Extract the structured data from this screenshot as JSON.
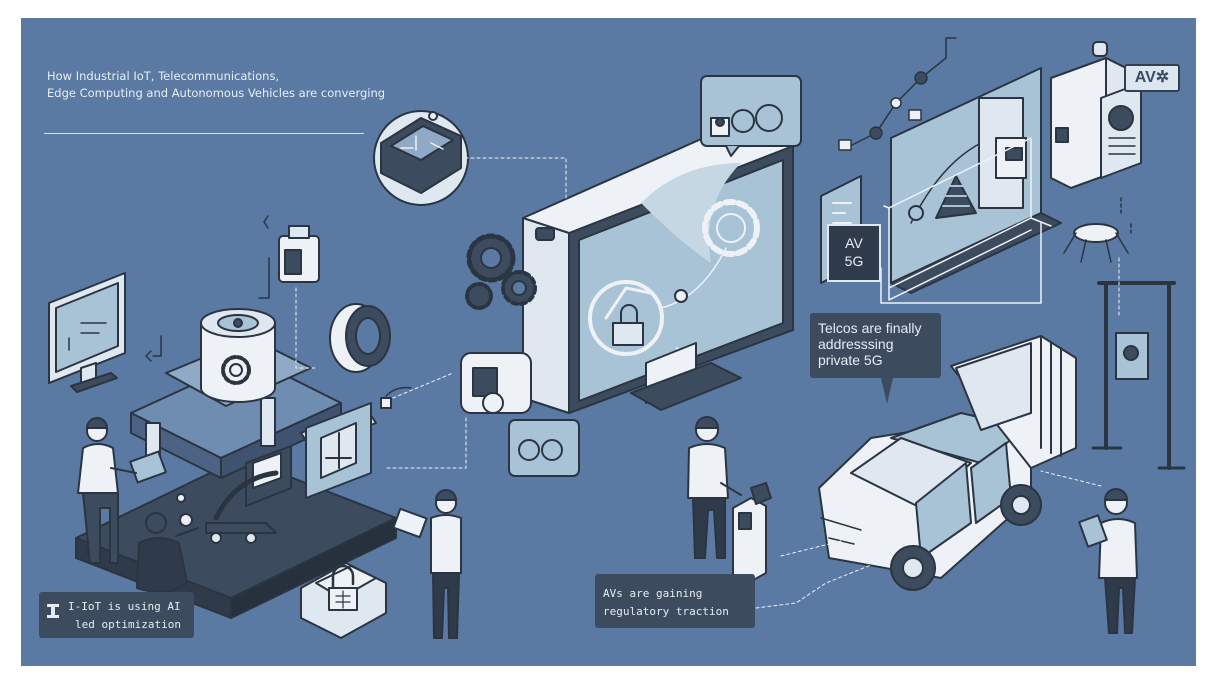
{
  "title": {
    "line1": "How Industrial IoT, Telecommunications,",
    "line2": "Edge Computing and Autonomous Vehicles are converging"
  },
  "callouts": {
    "iiot": {
      "line1": "I-IoT is using AI",
      "line2": "led optimization"
    },
    "regulatory": {
      "line1": "AVs are gaining",
      "line2": "regulatory traction"
    },
    "telco": {
      "line1": "Telcos are  finally",
      "line2": "addresssing",
      "line3": "private 5G"
    }
  },
  "labels": {
    "av_badge_line1": "AV",
    "av_badge_line2": "5G",
    "av_tag": "AV✲"
  },
  "colors": {
    "background": "#5b7aa3",
    "outline": "#2b3542",
    "light_fill": "#eef2f7",
    "screen_fill": "#a9c3d6",
    "callout_fill": "#3d4b5e"
  },
  "icons": [
    "gear-icon",
    "lock-icon",
    "padlock-icon",
    "robot-arm-icon",
    "person-icon",
    "car-icon",
    "drone-icon",
    "camera-icon",
    "chat-bubble-icon",
    "monitor-icon"
  ]
}
